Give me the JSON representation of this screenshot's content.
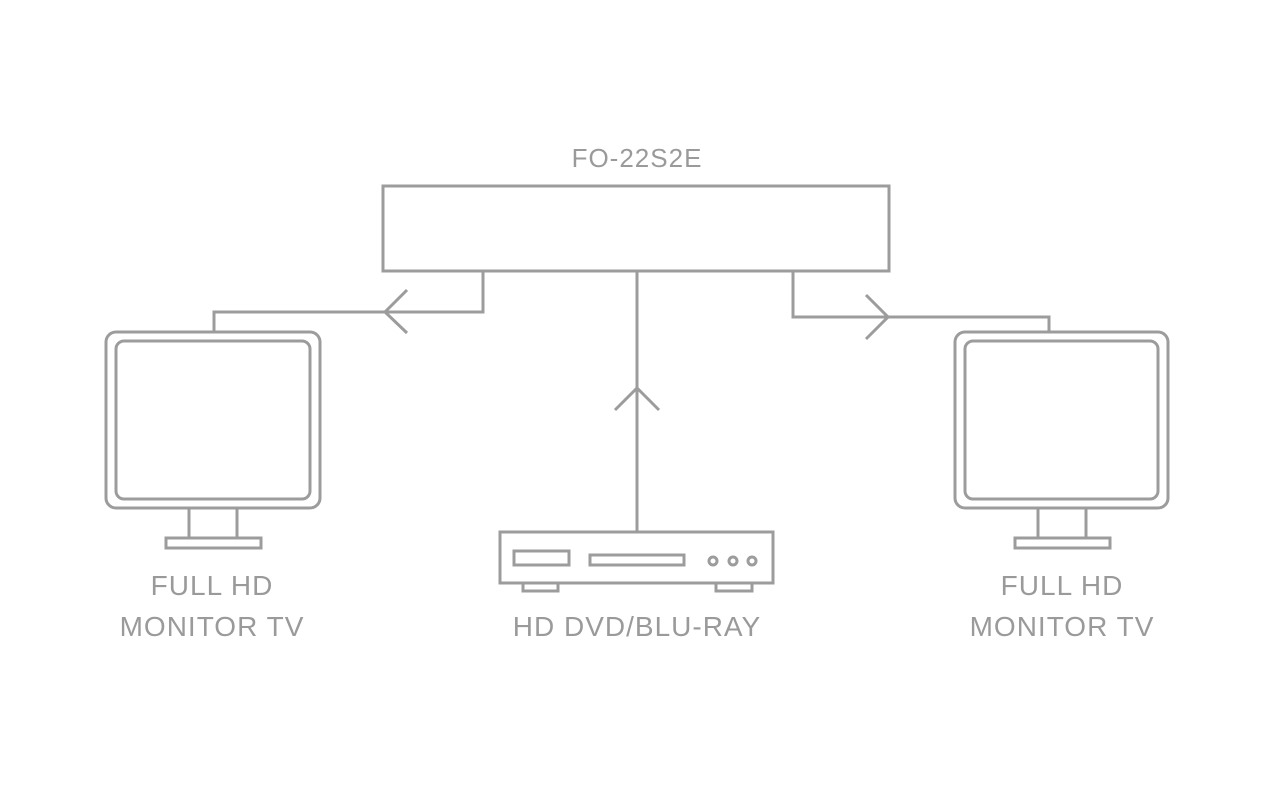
{
  "device": {
    "label": "FO-22S2E"
  },
  "left_display": {
    "line1": "FULL HD",
    "line2": "MONITOR TV"
  },
  "source": {
    "label": "HD DVD/BLU-RAY"
  },
  "right_display": {
    "line1": "FULL HD",
    "line2": "MONITOR TV"
  },
  "colors": {
    "stroke": "#9c9c9c",
    "text": "#9a9a9a"
  }
}
